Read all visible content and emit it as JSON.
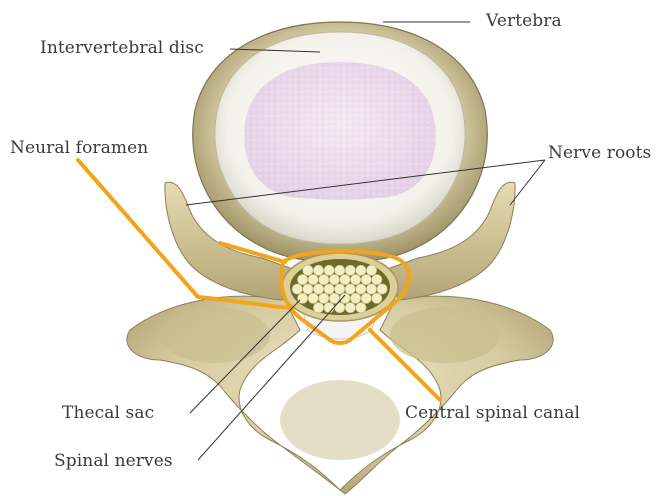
{
  "labels": {
    "vertebra": "Vertebra",
    "intervertebral_disc": "Intervertebral disc",
    "neural_foramen": "Neural foramen",
    "nerve_roots": "Nerve roots",
    "thecal_sac": "Thecal sac",
    "central_spinal_canal": "Central spinal canal",
    "spinal_nerves": "Spinal nerves"
  },
  "colors": {
    "highlight": "#f2a51c",
    "bone": "#d8cfa8",
    "disc_outer": "#f1efe6",
    "nucleus": "#ecdcee",
    "leader": "#333333",
    "nerve_fiber": "#f3efc4"
  }
}
